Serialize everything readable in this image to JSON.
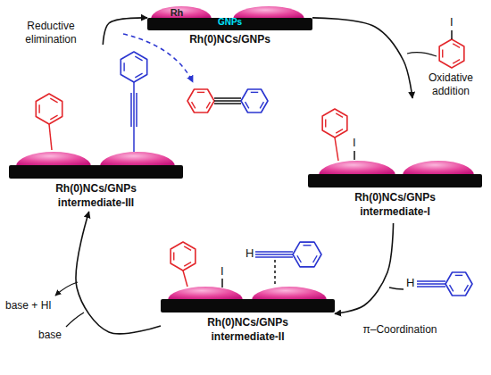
{
  "diagram": {
    "nodes": [
      {
        "text": [
          "Rh",
          "GNPs",
          "Rh(0)NCs/GNPs"
        ]
      },
      {
        "text": [
          "Rh(0)NCs/GNPs",
          "intermediate-I"
        ]
      },
      {
        "text": [
          "Rh(0)NCs/GNPs",
          "intermediate-II"
        ]
      },
      {
        "text": [
          "Rh(0)NCs/GNPs",
          "intermediate-III"
        ]
      }
    ],
    "edges": [
      {
        "from": 0,
        "to": 1,
        "arrow": "to",
        "label": "Oxidative addition"
      },
      {
        "from": 1,
        "to": 2,
        "arrow": "to",
        "label": "π–Coordination"
      },
      {
        "from": 2,
        "to": 3,
        "arrow": "to",
        "label": "base"
      },
      {
        "from": 3,
        "to": 0,
        "arrow": "to",
        "label": "Reductive elimination"
      }
    ],
    "labels": [
      "I",
      "I",
      "H",
      "H",
      "I",
      "base + HI"
    ]
  }
}
